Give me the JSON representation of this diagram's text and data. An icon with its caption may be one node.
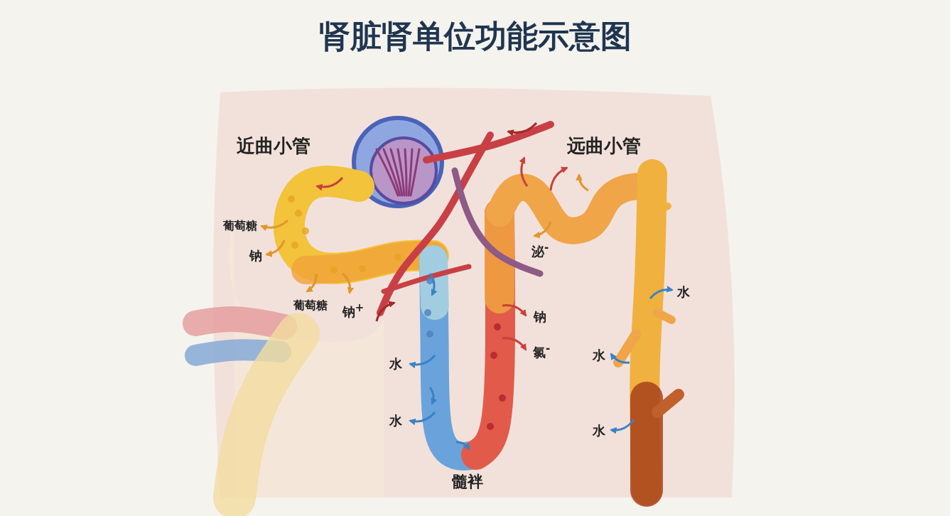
{
  "diagram": {
    "title": "肾脏肾单位功能示意图",
    "labels": [
      "近曲小管",
      "远曲小管",
      "葡萄糖",
      "钠",
      "泌$^{-}$",
      "水",
      "葡萄糖",
      "钠$^{+}$",
      "钠",
      "水",
      "氯$^{-}$",
      "水",
      "水",
      "水",
      "髓袢"
    ]
  }
}
